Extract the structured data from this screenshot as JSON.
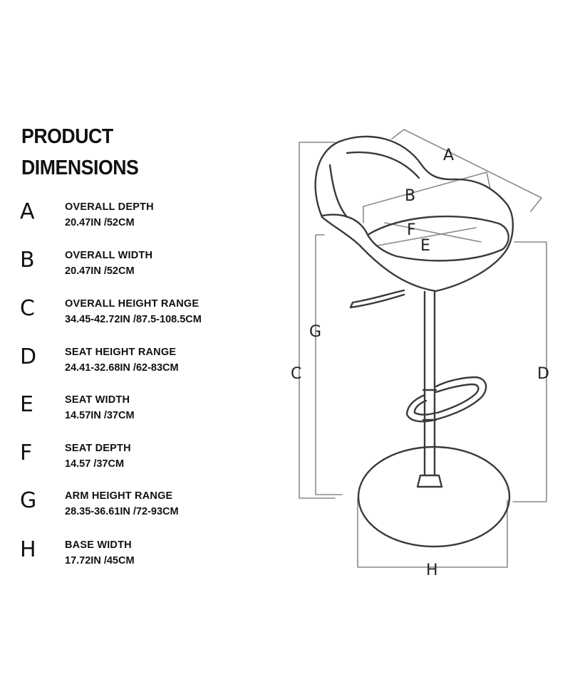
{
  "title": {
    "line1": "PRODUCT",
    "line2": "DIMENSIONS"
  },
  "specs": [
    {
      "letter": "A",
      "label": "OVERALL DEPTH",
      "value": "20.47IN /52CM"
    },
    {
      "letter": "B",
      "label": "OVERALL WIDTH",
      "value": "20.47IN /52CM"
    },
    {
      "letter": "C",
      "label": "OVERALL HEIGHT RANGE",
      "value": "34.45-42.72IN /87.5-108.5CM"
    },
    {
      "letter": "D",
      "label": "SEAT HEIGHT RANGE",
      "value": "24.41-32.68IN /62-83CM"
    },
    {
      "letter": "E",
      "label": "SEAT WIDTH",
      "value": "14.57IN /37CM"
    },
    {
      "letter": "F",
      "label": "SEAT DEPTH",
      "value": "14.57 /37CM"
    },
    {
      "letter": "G",
      "label": "ARM HEIGHT RANGE",
      "value": "28.35-36.61IN /72-93CM"
    },
    {
      "letter": "H",
      "label": "BASE WIDTH",
      "value": "17.72IN /45CM"
    }
  ],
  "diagram": {
    "labels": {
      "a": "A",
      "b": "B",
      "c": "C",
      "d": "D",
      "e": "E",
      "f": "F",
      "g": "G",
      "h": "H"
    },
    "line_color": "#3a3a3a",
    "dimension_color": "#8a8a8a"
  }
}
